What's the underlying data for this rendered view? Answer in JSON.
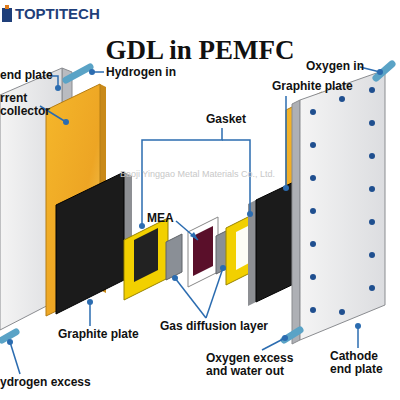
{
  "diagram": {
    "title": "GDL in PEMFC",
    "labels": [
      "TOPTITECH",
      "end plate",
      "Hydrogen in",
      "rrent collector",
      "Gasket",
      "Graphite plate",
      "Oxygen in",
      "Baoji Yinggao Metal Materials Co., Ltd.",
      "MEA",
      "Graphite plate",
      "Gas diffusion layer",
      "ydrogen excess",
      "Oxygen excess and water out",
      "Cathode end plate"
    ]
  }
}
